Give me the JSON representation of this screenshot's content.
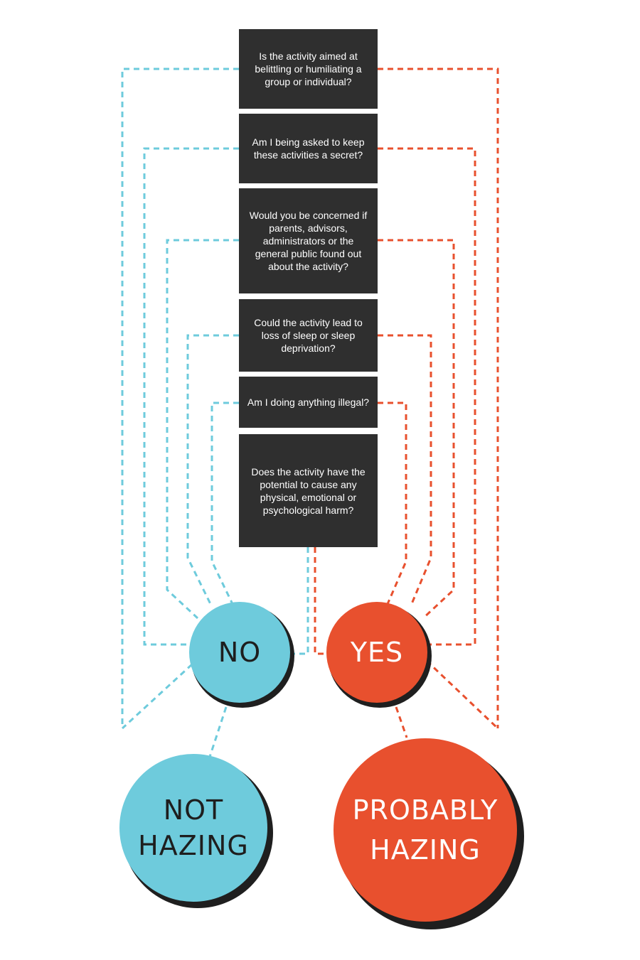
{
  "colors": {
    "box": "#2f2f2f",
    "no": "#6ecbdc",
    "yes": "#e8502e",
    "shadow": "#1f1f1f",
    "dark_text": "#1e1e1e",
    "light_text": "#ffffff"
  },
  "questions": [
    "Is the activity aimed at\nbelittling or humiliating a\ngroup or individual?",
    "Am I being asked to keep\nthese activities a secret?",
    "Would you be concerned if\nparents, advisors,\nadministrators  or the\ngeneral public found out\nabout the activity?",
    "Could the activity lead to\nloss of sleep or sleep\ndeprivation?",
    "Am I doing anything illegal?",
    "Does the activity have the\npotential to cause any\nphysical, emotional  or\npsychological harm?"
  ],
  "answers": {
    "no": "NO",
    "yes": "YES"
  },
  "outcomes": {
    "no": "NOT\nHAZING",
    "yes": "PROBABLY\nHAZING"
  }
}
